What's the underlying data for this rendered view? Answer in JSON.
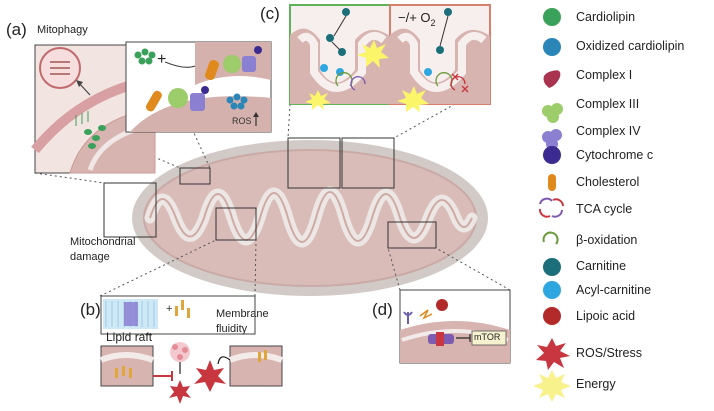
{
  "panels": {
    "a": {
      "letter": "(a)",
      "title": "Mitophagy",
      "damage_line1": "Mitochondrial",
      "damage_line2": "damage",
      "ros": "ROS"
    },
    "b": {
      "letter": "(b)",
      "lipid_raft": "Lipid raft",
      "fluidity_line1": "Membrane",
      "fluidity_line2": "fluidity"
    },
    "c": {
      "letter": "(c)",
      "oxygen_label": "−/+ O",
      "oxygen_sub": "2"
    },
    "d": {
      "letter": "(d)",
      "mtor": "mTOR"
    }
  },
  "legend": [
    {
      "icon": "cardiolipin-icon",
      "label": "Cardiolipin",
      "color": "#3aa15a"
    },
    {
      "icon": "oxidized-cardiolipin-icon",
      "label": "Oxidized cardiolipin",
      "color": "#2b86b8"
    },
    {
      "icon": "complex-i-icon",
      "label": "Complex I",
      "color": "#a8344f"
    },
    {
      "icon": "complex-iii-icon",
      "label": "Complex III",
      "color": "#9ccd6a"
    },
    {
      "icon": "complex-iv-icon",
      "label": "Complex IV",
      "color": "#8a7fd0"
    },
    {
      "icon": "cytochrome-c-icon",
      "label": "Cytochrome c",
      "color": "#3b2a8f"
    },
    {
      "icon": "cholesterol-icon",
      "label": "Cholesterol",
      "color": "#e0891c"
    },
    {
      "icon": "tca-cycle-icon",
      "label": "TCA cycle",
      "color": "#7d5bb0"
    },
    {
      "icon": "beta-oxidation-icon",
      "label": "β-oxidation",
      "color": "#6a9a3a"
    },
    {
      "icon": "carnitine-icon",
      "label": "Carnitine",
      "color": "#1b6e7a"
    },
    {
      "icon": "acyl-carnitine-icon",
      "label": "Acyl-carnitine",
      "color": "#2ea6e0"
    },
    {
      "icon": "lipoic-acid-icon",
      "label": "Lipoic acid",
      "color": "#b22a2a"
    },
    {
      "icon": "ros-stress-icon",
      "label": "ROS/Stress",
      "color": "#c8363f"
    },
    {
      "icon": "energy-icon",
      "label": "Energy",
      "color": "#f4ef8a"
    }
  ]
}
